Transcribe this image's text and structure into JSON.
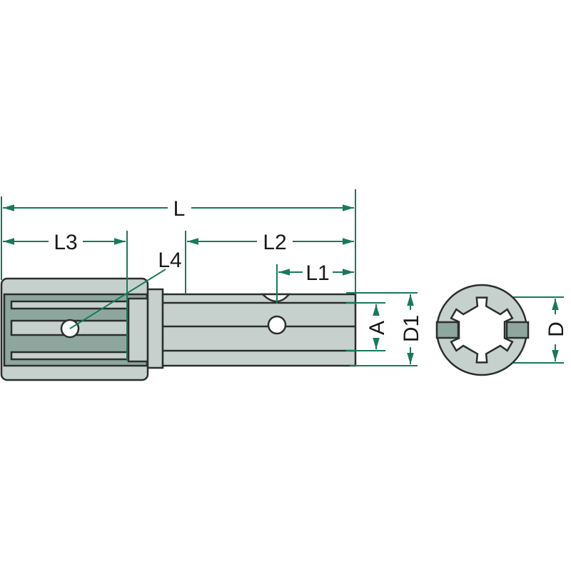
{
  "labels": {
    "L": "L",
    "L1": "L1",
    "L2": "L2",
    "L3": "L3",
    "L4": "L4",
    "A": "A",
    "D1": "D1",
    "D": "D"
  },
  "colors": {
    "body": "#c6d1cd",
    "dark": "#8ea79e",
    "outline": "#2a2f2d",
    "dimension": "#177a5c"
  },
  "end_view": {
    "spline_slots": 6
  }
}
